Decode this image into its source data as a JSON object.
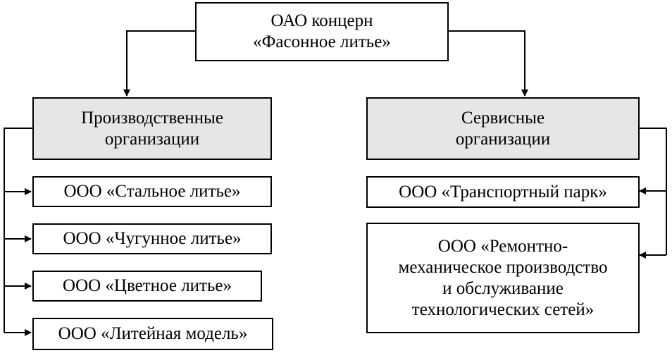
{
  "root": {
    "label": "ОАО концерн\n«Фасонное литье»"
  },
  "groups": {
    "production": {
      "label": "Производственные\nорганизации"
    },
    "service": {
      "label": "Сервисные\nорганизации"
    }
  },
  "production_items": [
    {
      "label": "ООО «Стальное литье»"
    },
    {
      "label": "ООО «Чугунное литье»"
    },
    {
      "label": "ООО «Цветное литье»"
    },
    {
      "label": "ООО «Литейная модель»"
    }
  ],
  "service_items": [
    {
      "label": "ООО «Транспортный парк»"
    },
    {
      "label": "ООО «Ремонтно-\nмеханическое производство\nи обслуживание\nтехнологических сетей»"
    }
  ],
  "colors": {
    "line": "#000000",
    "group_fill": "#e6e6e6",
    "box_fill": "#ffffff"
  }
}
